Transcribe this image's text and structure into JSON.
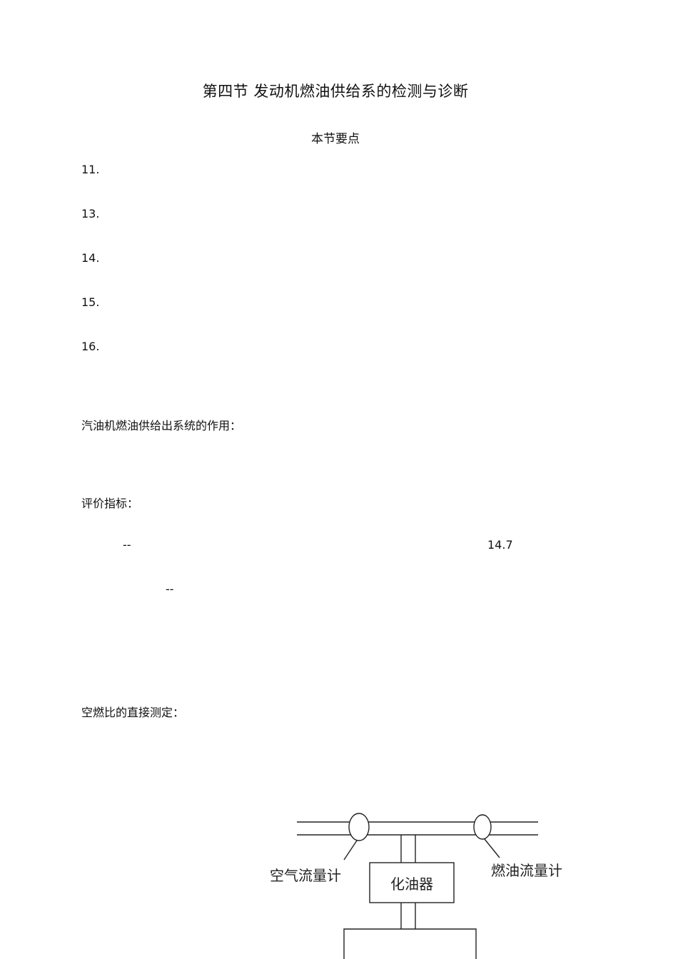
{
  "title": "第四节 发动机燃油供给系的检测与诊断",
  "section_heading": "本节要点",
  "key_points": [
    {
      "number": "11."
    },
    {
      "number": "13."
    },
    {
      "number": "14."
    },
    {
      "number": "15."
    },
    {
      "number": "16."
    }
  ],
  "paragraphs": {
    "fuel_system_role": "汽油机燃油供给出系统的作用：",
    "evaluation_index": "评价指标：",
    "dash_1": "--",
    "value_1": "14.7",
    "dash_2": "--",
    "air_fuel_direct": "空燃比的直接测定："
  },
  "diagram": {
    "air_flow_meter": "空气流量计",
    "carburetor": "化油器",
    "fuel_flow_meter": "燃油流量计"
  }
}
